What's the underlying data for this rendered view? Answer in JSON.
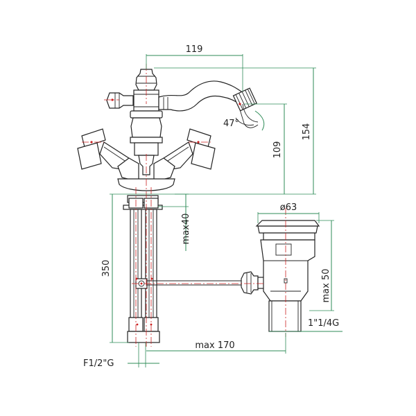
{
  "colors": {
    "outline": "#222222",
    "dimension_lines": "#2e8b57",
    "center_lines": "#cc2222"
  },
  "dimensions": {
    "spout_reach": "119",
    "total_height": "154",
    "outlet_height": "109",
    "spray_angle": "47°",
    "shank_length": "350",
    "max_worktop": "max40",
    "waste_diameter": "ø63",
    "waste_height": "max 50",
    "waste_thread": "1\"1/4G",
    "max_rod_length": "max 170",
    "supply_thread": "F1/2\"G"
  }
}
